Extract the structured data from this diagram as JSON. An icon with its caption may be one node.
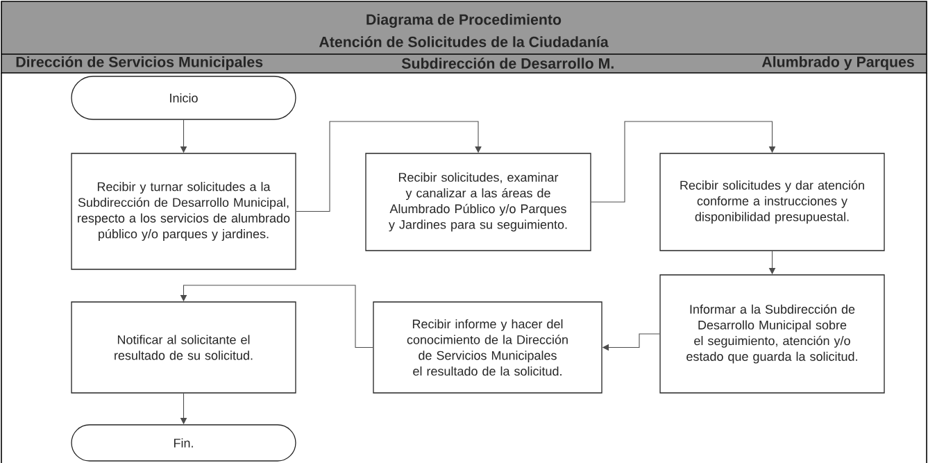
{
  "diagram": {
    "title": "Diagrama de Procedimiento",
    "nodes": [
      {
        "text": [
          "Inicio"
        ]
      },
      {
        "text": [
          "Recibir y turnar solicitudes a la Subdirección de Desarrollo Municipal, respecto a los servicios de alumbrado público y/o parques y jardines."
        ]
      },
      {
        "text": [
          "Recibir solicitudes, examinar y canalizar a las áreas de Alumbrado Público y/o Parques y Jardines para su seguimiento."
        ]
      },
      {
        "text": [
          "Recibir solicitudes y dar atención conforme a instrucciones y disponibilidad presupuestal."
        ]
      },
      {
        "text": [
          "Informar a la Subdirección de Desarrollo Municipal sobre el seguimiento, atención y/o estado que guarda la solicitud."
        ]
      },
      {
        "text": [
          "Recibir informe y hacer del conocimiento de la Dirección de Servicios Municipales el resultado de la solicitud."
        ]
      },
      {
        "text": [
          "Notificar al solicitante el resultado de su solicitud."
        ]
      },
      {
        "text": [
          "Fin."
        ]
      }
    ],
    "edges": [
      {
        "from": 0,
        "to": 1,
        "arrow": "to"
      },
      {
        "from": 1,
        "to": 2,
        "arrow": "to"
      },
      {
        "from": 2,
        "to": 3,
        "arrow": "to"
      },
      {
        "from": 3,
        "to": 4,
        "arrow": "to"
      },
      {
        "from": 4,
        "to": 5,
        "arrow": "to"
      },
      {
        "from": 5,
        "to": 6,
        "arrow": "to"
      },
      {
        "from": 6,
        "to": 7,
        "arrow": "to"
      }
    ],
    "labels": [
      "Atención de Solicitudes de la Ciudadanía",
      "Dirección de Servicios Municipales",
      "Subdirección de Desarrollo M.",
      "Alumbrado y Parques"
    ]
  }
}
